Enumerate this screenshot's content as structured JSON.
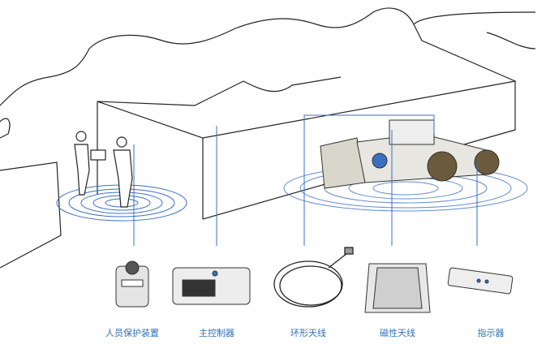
{
  "labels": {
    "personal_protection": "人员保护装置",
    "main_controller": "主控制器",
    "loop_antenna": "环形天线",
    "magnetic_antenna": "磁性天线",
    "indicator": "指示器"
  },
  "colors": {
    "accent": "#2f6fb5",
    "line": "#333333",
    "wave": "#3a6fc4"
  }
}
